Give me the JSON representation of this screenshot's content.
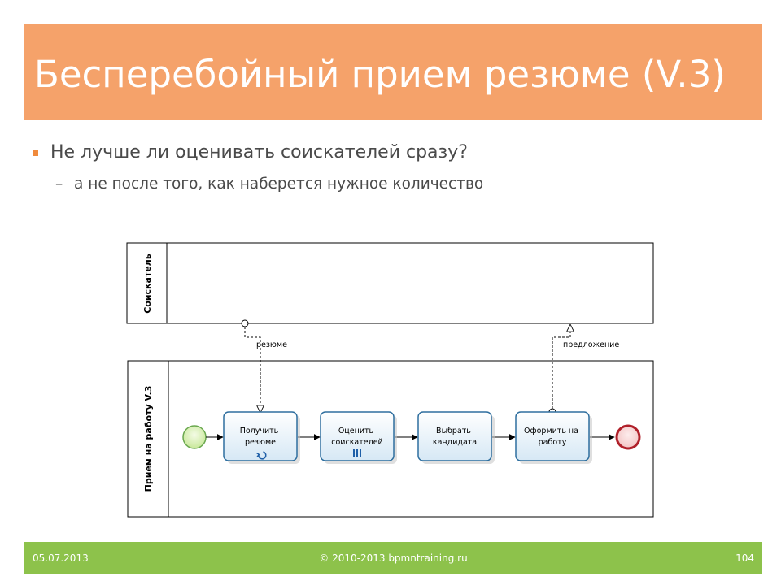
{
  "slide": {
    "title": "Бесперебойный прием резюме (V.3)",
    "bullet": "Не лучше ли оценивать соискателей сразу?",
    "sub_bullet_dash": "–",
    "sub_bullet": "а не после того, как наберется нужное количество"
  },
  "diagram": {
    "pool_applicant": "Соискатель",
    "pool_hiring": "Прием на работу V.3",
    "message_in": "резюме",
    "message_out": "предложение",
    "tasks": [
      {
        "line1": "Получить",
        "line2": "резюме",
        "marker": "loop-icon"
      },
      {
        "line1": "Оценить",
        "line2": "соискателей",
        "marker": "parallel-multi-instance-icon"
      },
      {
        "line1": "Выбрать",
        "line2": "кандидата",
        "marker": ""
      },
      {
        "line1": "Оформить на",
        "line2": "работу",
        "marker": ""
      }
    ],
    "colors": {
      "task_border": "#2f6f9f",
      "start_event_fill": "#d8f0b0",
      "end_event_border": "#b0202a",
      "task_fill_top": "#ffffff",
      "task_fill_bottom": "#d6e8f5"
    }
  },
  "footer": {
    "date": "05.07.2013",
    "copyright": "© 2010-2013 bpmntraining.ru",
    "page": "104"
  },
  "colors": {
    "title_bar": "#f5a26a",
    "footer_bar": "#8dc24b",
    "bullet_marker": "#f08a3c"
  }
}
